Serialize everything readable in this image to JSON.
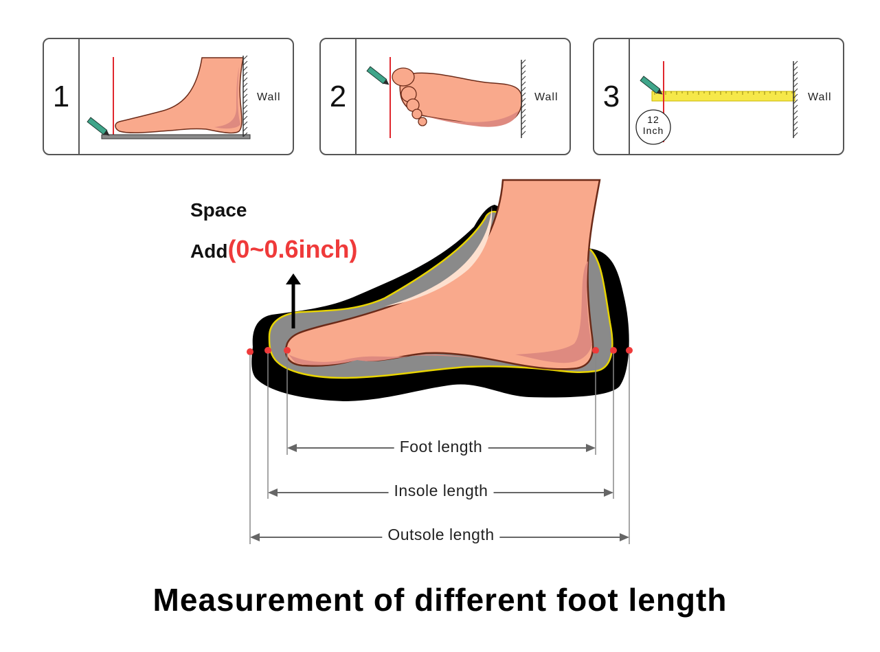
{
  "steps": [
    {
      "number": "1",
      "wall_label": "Wall"
    },
    {
      "number": "2",
      "wall_label": "Wall"
    },
    {
      "number": "3",
      "wall_label": "Wall",
      "badge_value": "12",
      "badge_unit": "Inch"
    }
  ],
  "space_label": "Space",
  "add_label": "Add",
  "add_range": "(0~0.6inch)",
  "dimensions": {
    "foot": "Foot length",
    "insole": "Insole length",
    "outsole": "Outsole length"
  },
  "title": "Measurement of different foot length",
  "colors": {
    "skin": "#f9a98c",
    "skin_shadow": "#de8a80",
    "outline": "#6b2a18",
    "sole": "#000000",
    "insole": "#8a8a8a",
    "insole_edge": "#e8d400",
    "marker": "#ef3a3a",
    "ruler": "#f6e84a",
    "pencil": "#3fa58a",
    "dim_line": "#666666"
  },
  "icons": [
    "pencil-icon",
    "wall-hatch-icon",
    "ruler-icon",
    "arrow-up-icon"
  ]
}
